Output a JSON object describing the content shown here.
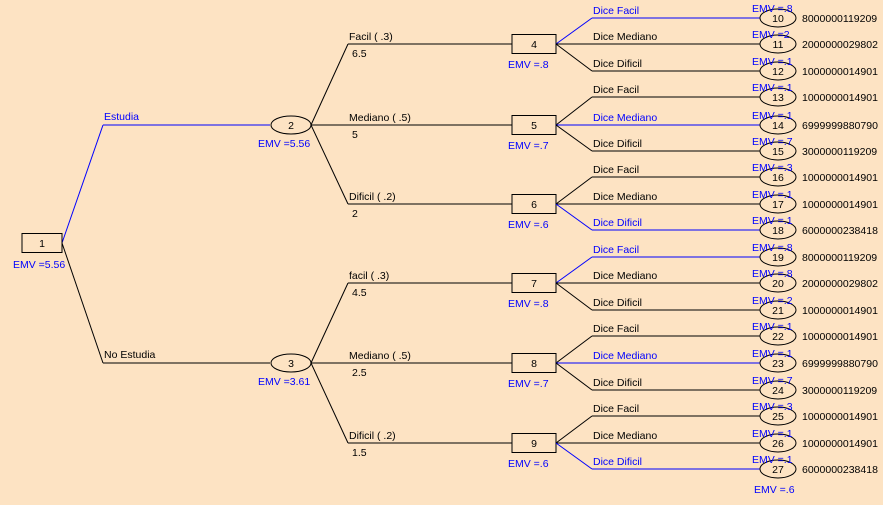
{
  "tree": {
    "colors": {
      "background": "#fde3c3",
      "optimal": "#0000ff",
      "normal": "#000000"
    },
    "root": {
      "id": "1",
      "type": "decision",
      "emv": "EMV =5.56"
    },
    "level1": [
      {
        "branch_label": "Estudia",
        "optimal": true,
        "node": {
          "id": "2",
          "type": "chance",
          "emv": "EMV =5.56"
        },
        "children": [
          {
            "label": "Facil ( .3)",
            "value": "6.5",
            "node": {
              "id": "4",
              "emv": "EMV =.8"
            }
          },
          {
            "label": "Mediano ( .5)",
            "value": "5",
            "node": {
              "id": "5",
              "emv": "EMV =.7"
            }
          },
          {
            "label": "Dificil ( .2)",
            "value": "2",
            "node": {
              "id": "6",
              "emv": "EMV =.6"
            }
          }
        ]
      },
      {
        "branch_label": "No Estudia",
        "optimal": false,
        "node": {
          "id": "3",
          "type": "chance",
          "emv": "EMV =3.61"
        },
        "children": [
          {
            "label": "facil ( .3)",
            "value": "4.5",
            "node": {
              "id": "7",
              "emv": "EMV =.8"
            }
          },
          {
            "label": "Mediano ( .5)",
            "value": "2.5",
            "node": {
              "id": "8",
              "emv": "EMV =.7"
            }
          },
          {
            "label": "Dificil ( .2)",
            "value": "1.5",
            "node": {
              "id": "9",
              "emv": "EMV =.6"
            }
          }
        ]
      }
    ],
    "leaf_groups": [
      {
        "parent": "4",
        "optimal_index": 0,
        "leaves": [
          {
            "label": "Dice Facil",
            "id": "10",
            "value": "8000000119209"
          },
          {
            "label": "Dice Mediano",
            "id": "11",
            "value": "2000000029802"
          },
          {
            "label": "Dice Dificil",
            "id": "12",
            "value": "1000000014901"
          }
        ]
      },
      {
        "parent": "5",
        "optimal_index": 1,
        "leaves": [
          {
            "label": "Dice Facil",
            "id": "13",
            "value": "1000000014901"
          },
          {
            "label": "Dice Mediano",
            "id": "14",
            "value": "6999999880790"
          },
          {
            "label": "Dice Dificil",
            "id": "15",
            "value": "3000000119209"
          }
        ]
      },
      {
        "parent": "6",
        "optimal_index": 2,
        "leaves": [
          {
            "label": "Dice Facil",
            "id": "16",
            "value": "1000000014901"
          },
          {
            "label": "Dice Mediano",
            "id": "17",
            "value": "1000000014901"
          },
          {
            "label": "Dice Dificil",
            "id": "18",
            "value": "6000000238418"
          }
        ]
      },
      {
        "parent": "7",
        "optimal_index": 0,
        "leaves": [
          {
            "label": "Dice Facil",
            "id": "19",
            "value": "8000000119209"
          },
          {
            "label": "Dice Mediano",
            "id": "20",
            "value": "2000000029802"
          },
          {
            "label": "Dice Dificil",
            "id": "21",
            "value": "1000000014901"
          }
        ]
      },
      {
        "parent": "8",
        "optimal_index": 1,
        "leaves": [
          {
            "label": "Dice Facil",
            "id": "22",
            "value": "1000000014901"
          },
          {
            "label": "Dice Mediano",
            "id": "23",
            "value": "6999999880790"
          },
          {
            "label": "Dice Dificil",
            "id": "24",
            "value": "3000000119209"
          }
        ]
      },
      {
        "parent": "9",
        "optimal_index": 2,
        "leaves": [
          {
            "label": "Dice Facil",
            "id": "25",
            "value": "1000000014901"
          },
          {
            "label": "Dice Mediano",
            "id": "26",
            "value": "1000000014901"
          },
          {
            "label": "Dice Dificil",
            "id": "27",
            "value": "6000000238418"
          }
        ]
      }
    ],
    "leaf_emv": [
      "EMV =.8",
      "EMV =2",
      "EMV =.1",
      "EMV =.1",
      "EMV =.1",
      "EMV =.7",
      "EMV =.3",
      "EMV =.1",
      "EMV =.1",
      "EMV =.8",
      "EMV =.8",
      "EMV =.2",
      "EMV =.1",
      "EMV =.1",
      "EMV =.7",
      "EMV =.3",
      "EMV =.1",
      "EMV =.1",
      "EMV =.6"
    ]
  }
}
